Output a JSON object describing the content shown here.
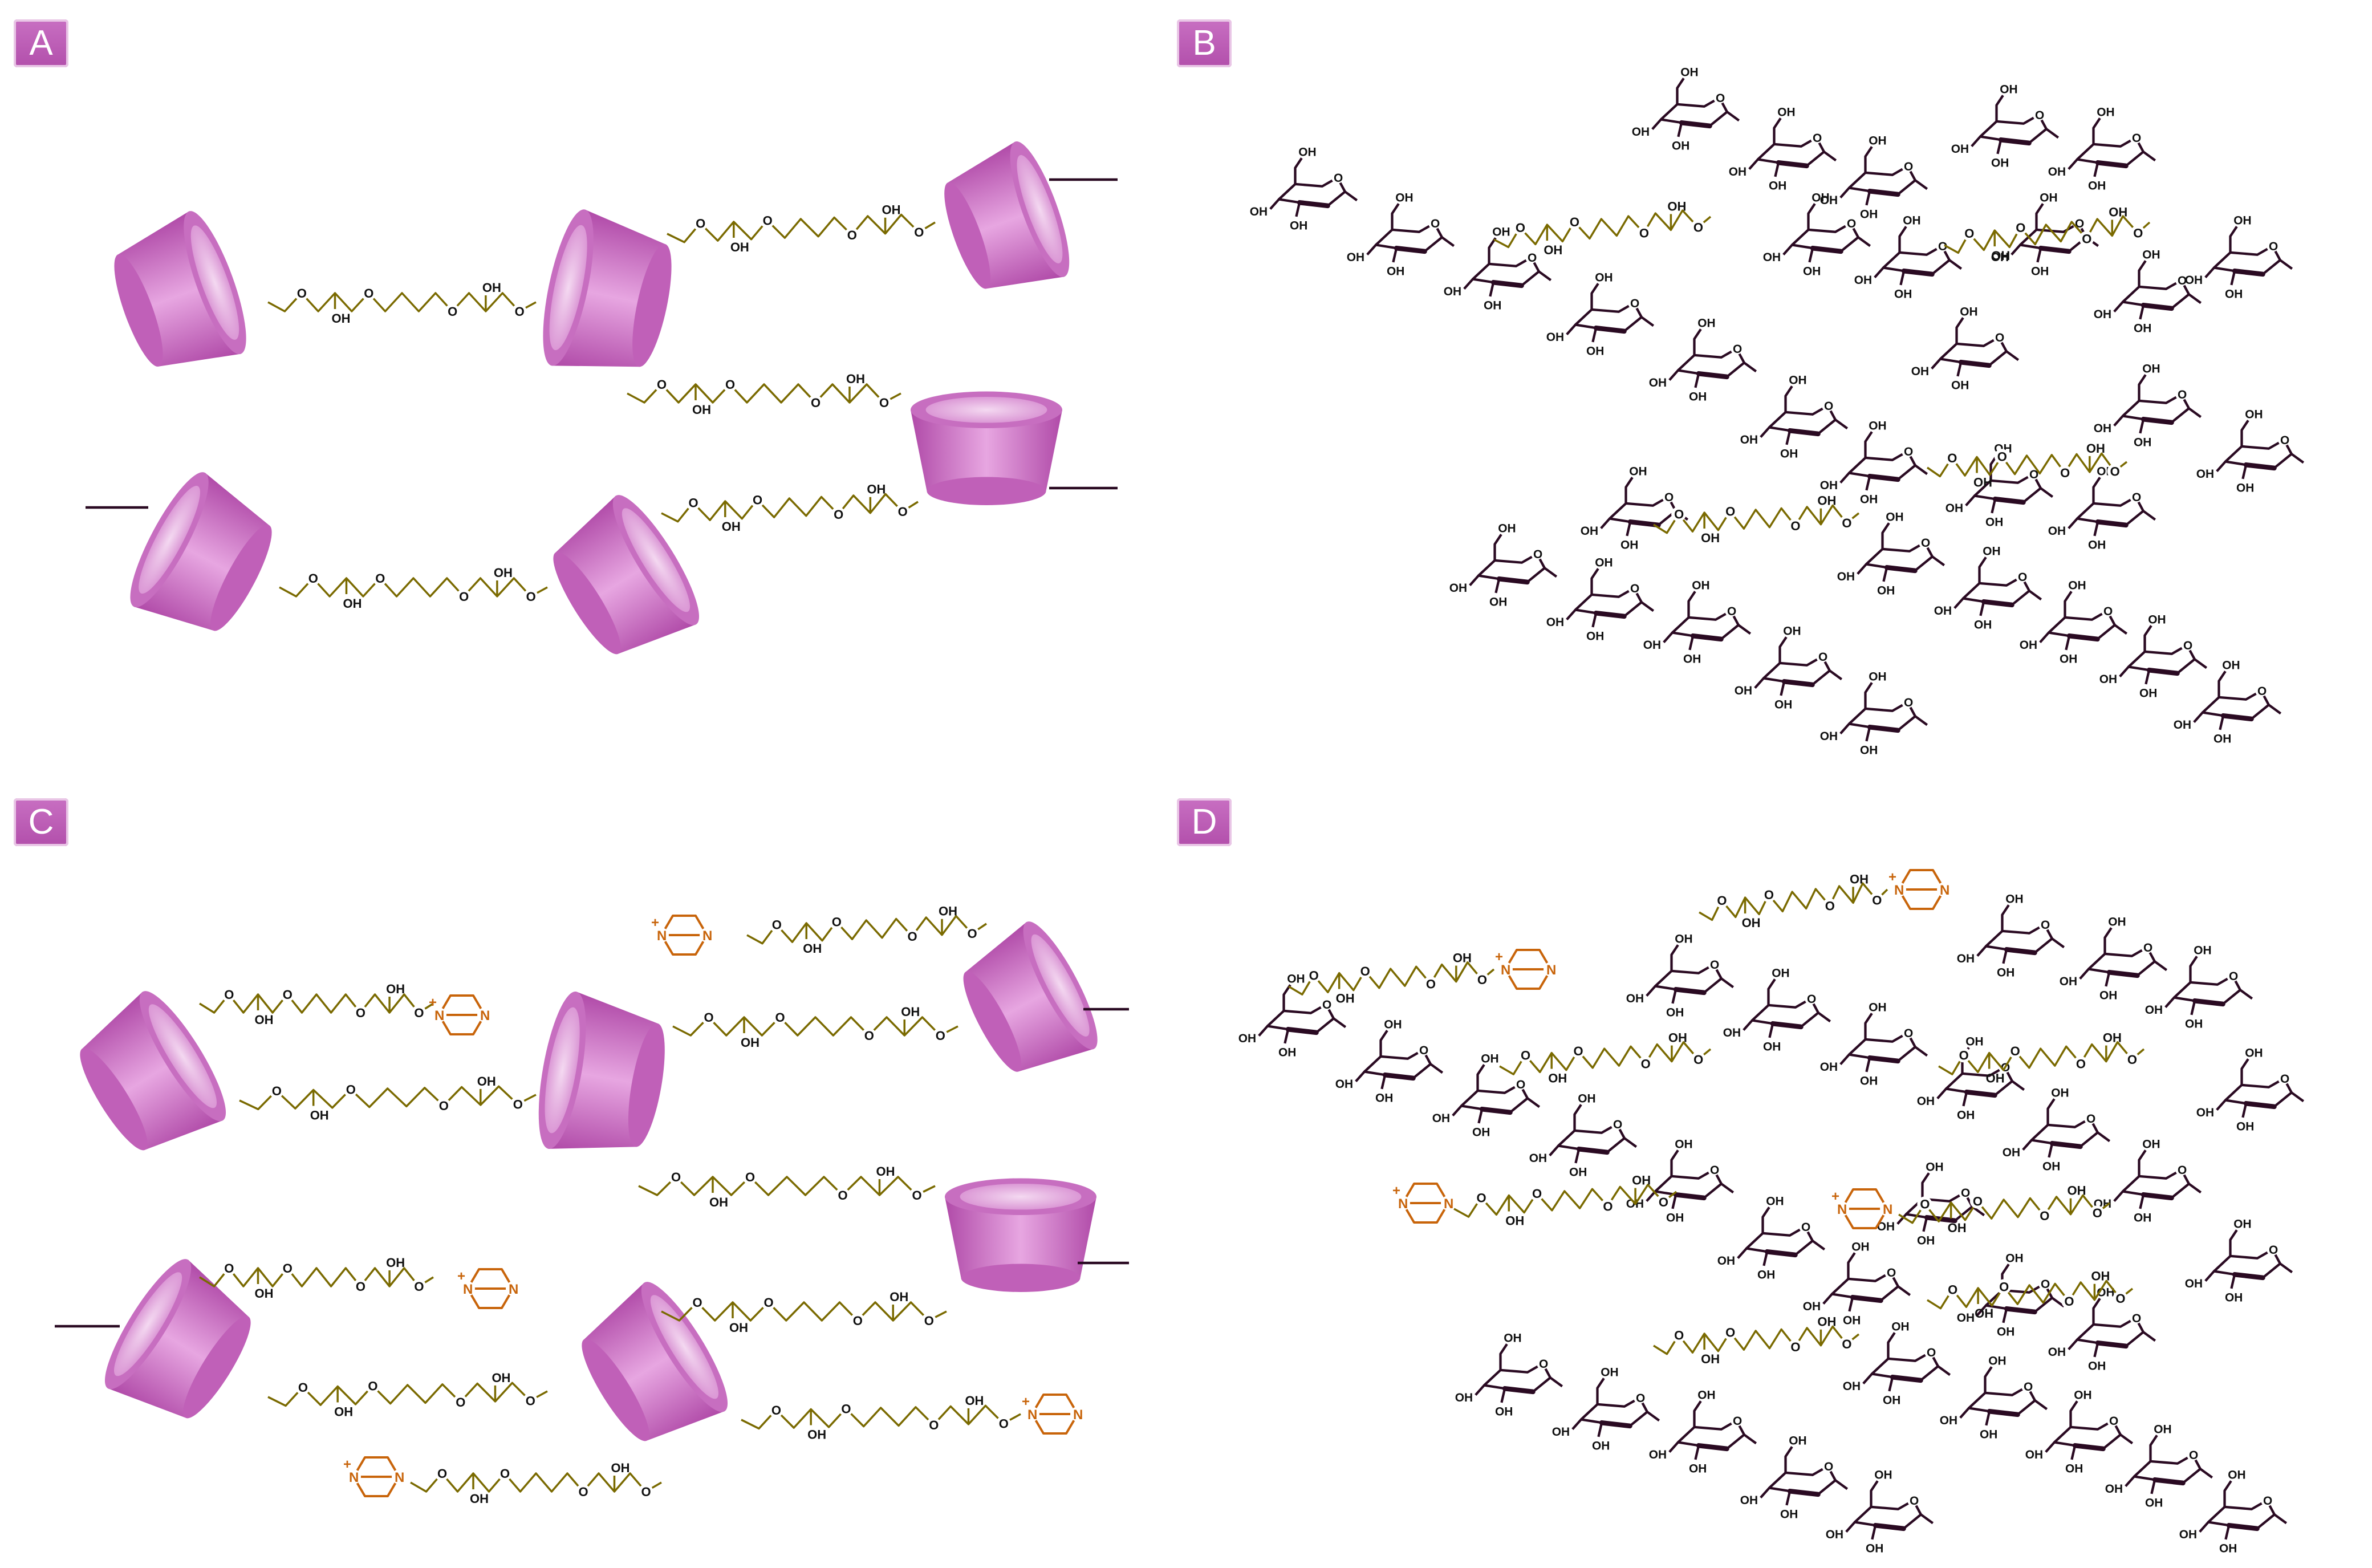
{
  "panels": [
    {
      "id": "A",
      "label": "A"
    },
    {
      "id": "B",
      "label": "B"
    },
    {
      "id": "C",
      "label": "C"
    },
    {
      "id": "D",
      "label": "D"
    }
  ],
  "text": {
    "oxygen": "O",
    "hydroxyl": "OH",
    "ring_o": "O",
    "nitrogen": "N",
    "ammonium": "N",
    "plus": "+"
  },
  "colors": {
    "badge": "#b85ab1",
    "cyclodextrin": "#c060b8",
    "linker": "#7a6a00",
    "glucose": "#2a0a22",
    "quaternary": "#c8640a"
  },
  "icons": [
    "cyclodextrin-cone-icon",
    "glucose-ring-icon",
    "quaternary-ammonium-cage-icon"
  ]
}
